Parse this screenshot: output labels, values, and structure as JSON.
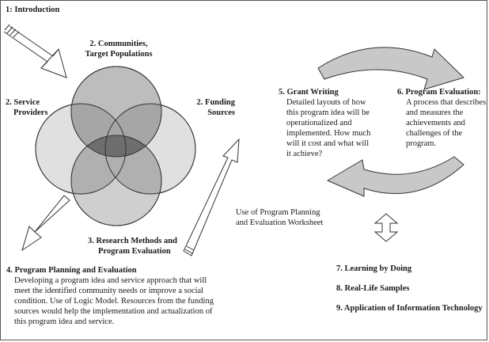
{
  "intro": "1: Introduction",
  "communities": {
    "line1": "2. Communities,",
    "line2": "Target Populations"
  },
  "service_providers": {
    "line1": "2. Service",
    "line2": "Providers"
  },
  "funding_sources": {
    "line1": "2. Funding",
    "line2": "Sources"
  },
  "research": {
    "line1": "3. Research Methods and",
    "line2": "Program Evaluation"
  },
  "planning": {
    "title": "4. Program Planning and Evaluation",
    "lines": [
      "Developing a program idea and service approach that will",
      "meet the identified community needs or improve a social",
      "condition. Use of Logic Model. Resources from the funding",
      "sources would help the implementation and actualization of",
      "this program idea and service."
    ]
  },
  "worksheet": {
    "line1": "Use of Program Planning",
    "line2": "and Evaluation Worksheet"
  },
  "grant": {
    "title": "5. Grant Writing",
    "lines": [
      "Detailed layouts of how",
      "this program idea will be",
      "operationalized and",
      "implemented. How much",
      "will it cost and what will",
      "it achieve?"
    ]
  },
  "evaluation": {
    "title": "6. Program Evaluation:",
    "lines": [
      "A process that describes",
      "and measures the",
      "achievements and",
      "challenges of the",
      "program."
    ]
  },
  "learning": "7. Learning by Doing",
  "samples": "8. Real-Life Samples",
  "technology": "9. Application of Information Technology",
  "colors": {
    "circle_fill": "#d6d6d6",
    "overlap_two": "#a8a8a8",
    "overlap_center": "#6e6e6e",
    "stroke": "#333333",
    "cycle_arrow": "#c8c8c8"
  }
}
